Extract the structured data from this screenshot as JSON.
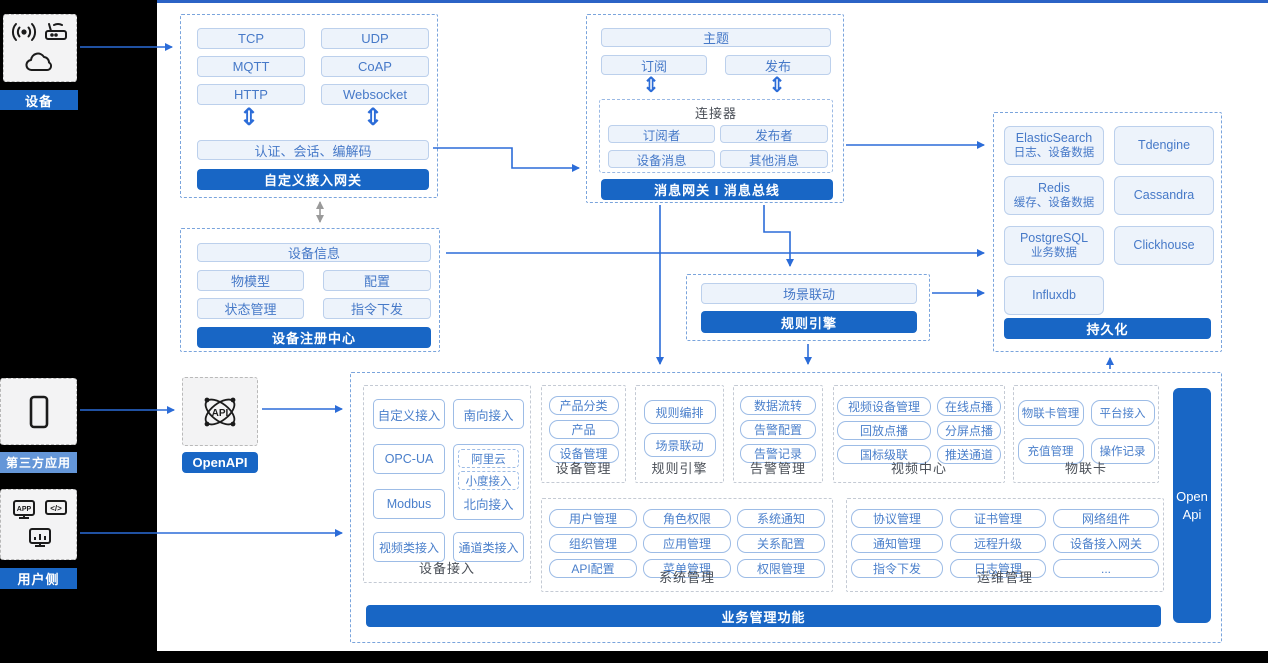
{
  "device_side": {
    "label": "设备"
  },
  "third_party": {
    "label": "第三方应用"
  },
  "user_side": {
    "label": "用户侧"
  },
  "open_api": {
    "tag": "OpenAPI",
    "bar": "Open Api"
  },
  "gateway": {
    "title": "自定义接入网关",
    "protocols": [
      "TCP",
      "UDP",
      "MQTT",
      "CoAP",
      "HTTP",
      "Websocket"
    ],
    "session": "认证、会话、编解码"
  },
  "registry": {
    "title": "设备注册中心",
    "device_info": "设备信息",
    "items": [
      "物模型",
      "配置",
      "状态管理",
      "指令下发"
    ]
  },
  "bus": {
    "title": "消息网关 I 消息总线",
    "topic": "主题",
    "subscribe": "订阅",
    "publish": "发布",
    "connector_title": "连接器",
    "connector_items": [
      "订阅者",
      "发布者",
      "设备消息",
      "其他消息"
    ]
  },
  "persistence": {
    "title": "持久化",
    "stores": [
      {
        "name": "ElasticSearch",
        "desc": "日志、设备数据"
      },
      {
        "name": "Tdengine",
        "desc": ""
      },
      {
        "name": "Redis",
        "desc": "缓存、设备数据"
      },
      {
        "name": "Cassandra",
        "desc": ""
      },
      {
        "name": "PostgreSQL",
        "desc": "业务数据"
      },
      {
        "name": "Clickhouse",
        "desc": ""
      },
      {
        "name": "Influxdb",
        "desc": ""
      }
    ]
  },
  "scene_rule": {
    "title": "规则引擎",
    "item": "场景联动"
  },
  "business": {
    "title": "业务管理功能",
    "device_access": {
      "title": "设备接入",
      "custom": "自定义接入",
      "south": "南向接入",
      "opcua": "OPC-UA",
      "north_label": "北向接入",
      "north_items": [
        "阿里云",
        "小度接入"
      ],
      "modbus": "Modbus",
      "video_access": "视频类接入",
      "channel_access": "通道类接入"
    },
    "device_mgmt": {
      "title": "设备管理",
      "items": [
        "产品分类",
        "产品",
        "设备管理"
      ]
    },
    "rule_engine": {
      "title": "规则引擎",
      "items": [
        "规则编排",
        "场景联动"
      ]
    },
    "alarm": {
      "title": "告警管理",
      "items": [
        "数据流转",
        "告警配置",
        "告警记录"
      ]
    },
    "video": {
      "title": "视频中心",
      "items": [
        "视频设备管理",
        "在线点播",
        "回放点播",
        "分屏点播",
        "国标级联",
        "推送通道"
      ]
    },
    "iot_card": {
      "title": "物联卡",
      "items": [
        "物联卡管理",
        "平台接入",
        "充值管理",
        "操作记录"
      ]
    },
    "system": {
      "title": "系统管理",
      "items": [
        "用户管理",
        "角色权限",
        "系统通知",
        "组织管理",
        "应用管理",
        "关系配置",
        "API配置",
        "菜单管理",
        "权限管理"
      ]
    },
    "ops": {
      "title": "运维管理",
      "items": [
        "协议管理",
        "证书管理",
        "网络组件",
        "通知管理",
        "远程升级",
        "设备接入网关",
        "指令下发",
        "日志管理",
        "..."
      ]
    }
  },
  "colors": {
    "primary": "#1866c5",
    "arrow": "#2b6cd8",
    "pill_border": "#9dbce6",
    "pill_text": "#4a7fcb",
    "light_fill": "#edf3fb",
    "third_party_label_bg": "#6496d8",
    "top_line": "#2b63c6"
  }
}
